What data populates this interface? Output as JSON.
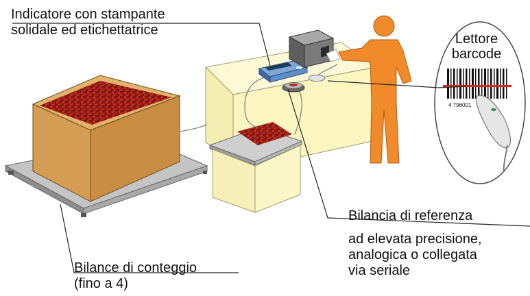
{
  "labels": {
    "indicator": {
      "line1": "Indicatore con stampante",
      "line2": "solidale ed etichettatrice"
    },
    "barcode": {
      "line1": "Lettore",
      "line2": "barcode",
      "digits": "4 796001"
    },
    "reference_scale": {
      "title": "Bilancia di referenza",
      "line1": "ad elevata precisione,",
      "line2": "analogica o collegata",
      "line3": "via seriale"
    },
    "counting_scales": {
      "line1": "Bilance di conteggio",
      "line2": "(fino a 4)"
    }
  },
  "colors": {
    "box": "#d9a25c",
    "box_top": "#e4b46f",
    "box_side": "#c98d43",
    "platform": "#b4b4b4",
    "desk": "#fbf6c4",
    "person": "#f08a2a",
    "parts": "#a3221a",
    "printer": "#7a7a7a",
    "indicator": "#5d8ec9"
  }
}
